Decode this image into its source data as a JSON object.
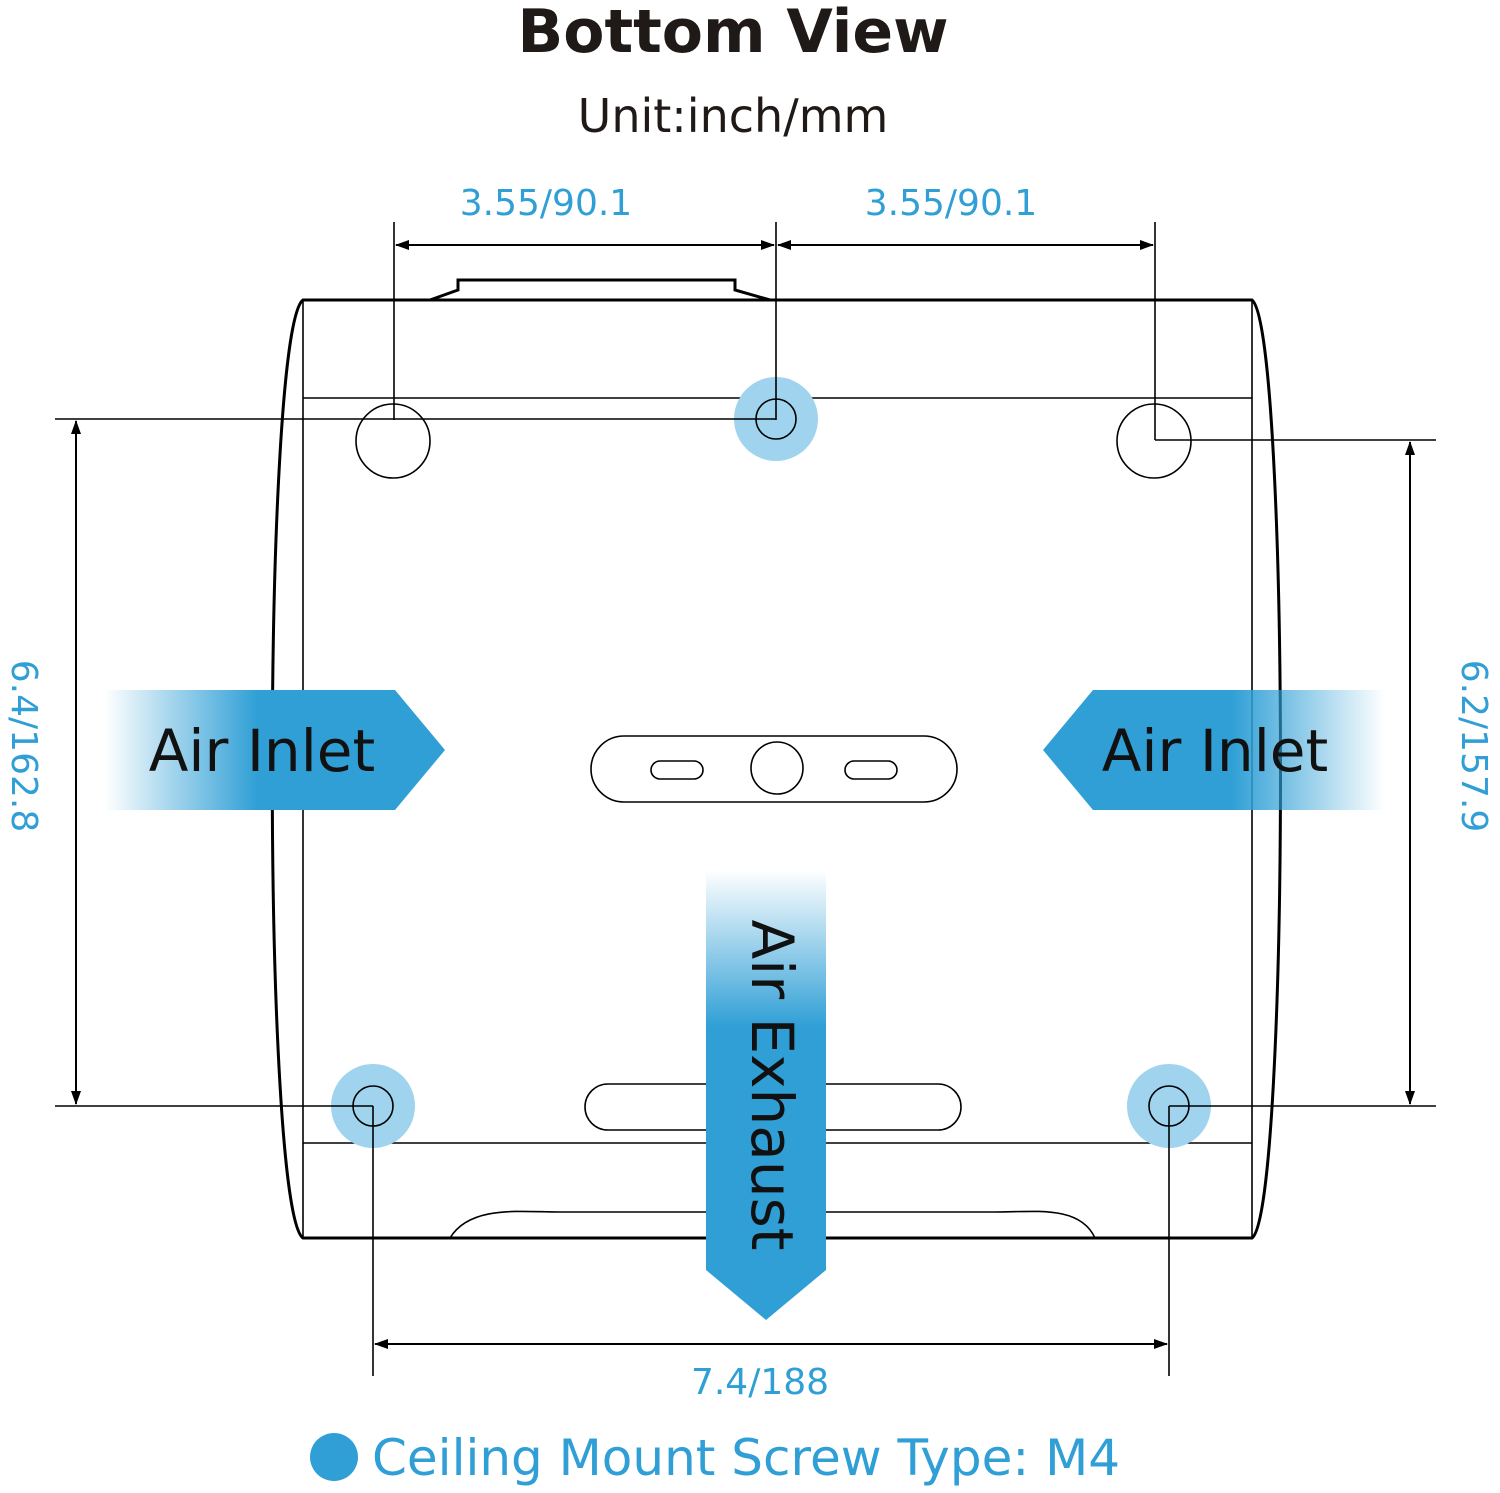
{
  "title": "Bottom View",
  "subtitle": "Unit:inch/mm",
  "dimensions": {
    "top_left": "3.55/90.1",
    "top_right": "3.55/90.1",
    "left_height": "6.4/162.8",
    "right_height": "6.2/157.9",
    "bottom_width": "7.4/188"
  },
  "flow_labels": {
    "left_inlet": "Air Inlet",
    "right_inlet": "Air Inlet",
    "exhaust": "Air Exhaust"
  },
  "legend": {
    "label": "Ceiling Mount Screw Type: M4",
    "color": "#2f9fd6"
  },
  "colors": {
    "accent": "#2f9fd6",
    "mount_highlight": "#9fd3ee",
    "line": "#000000"
  }
}
